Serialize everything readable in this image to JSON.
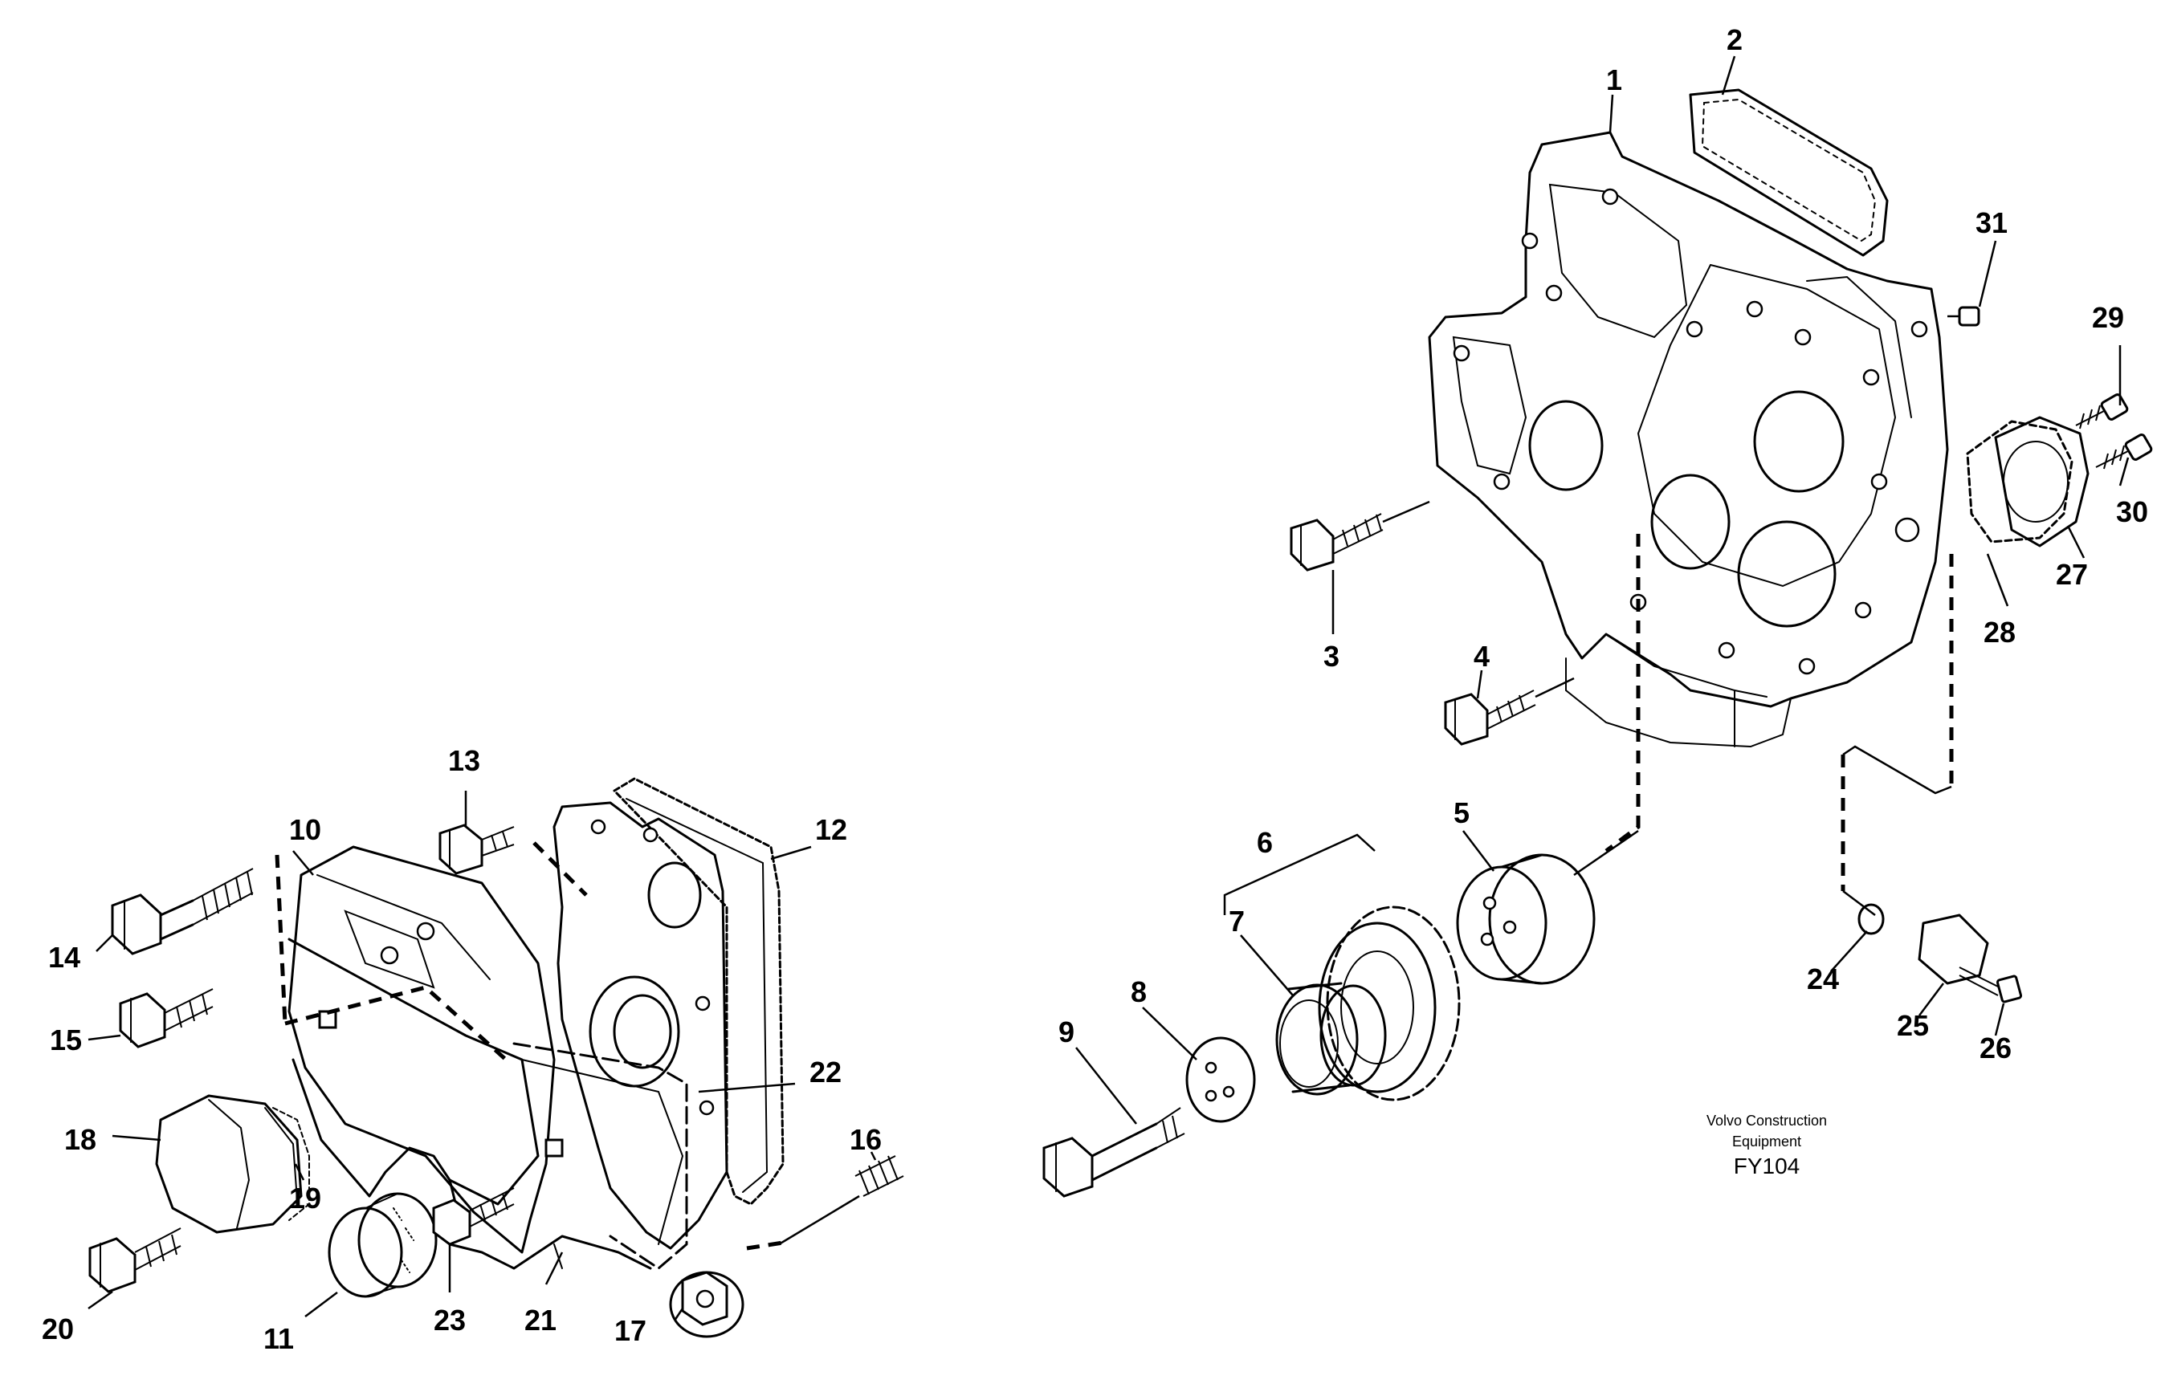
{
  "diagram": {
    "labels": [
      "1",
      "2",
      "3",
      "4",
      "5",
      "6",
      "7",
      "8",
      "9",
      "10",
      "11",
      "12",
      "13",
      "14",
      "15",
      "16",
      "17",
      "18",
      "19",
      "20",
      "21",
      "22",
      "23",
      "24",
      "25",
      "26",
      "27",
      "28",
      "29",
      "30",
      "31"
    ]
  },
  "caption": {
    "line1": "Volvo Construction",
    "line2": "Equipment",
    "code": "FY104"
  }
}
